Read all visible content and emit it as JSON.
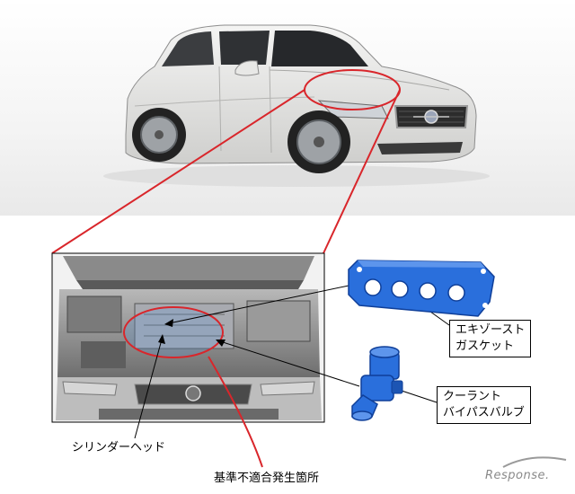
{
  "labels": {
    "exhaust_gasket": [
      "エキゾースト",
      "ガスケット"
    ],
    "coolant_valve": [
      "クーラント",
      "バイパスバルブ"
    ],
    "cylinder_head": "シリンダーヘッド",
    "nonconformity_location": "基準不適合発生箇所"
  },
  "watermark": "Response.",
  "colors": {
    "callout_red": "#d9262b",
    "part_blue": "#2a6fdc",
    "car_body": "#e4e4e2"
  },
  "icons": {
    "car": "car-photo-icon",
    "engine_bay": "engine-bay-photo-icon",
    "gasket": "exhaust-gasket-part-icon",
    "valve": "coolant-bypass-valve-part-icon",
    "watermark_swoosh": "response-swoosh-icon"
  }
}
